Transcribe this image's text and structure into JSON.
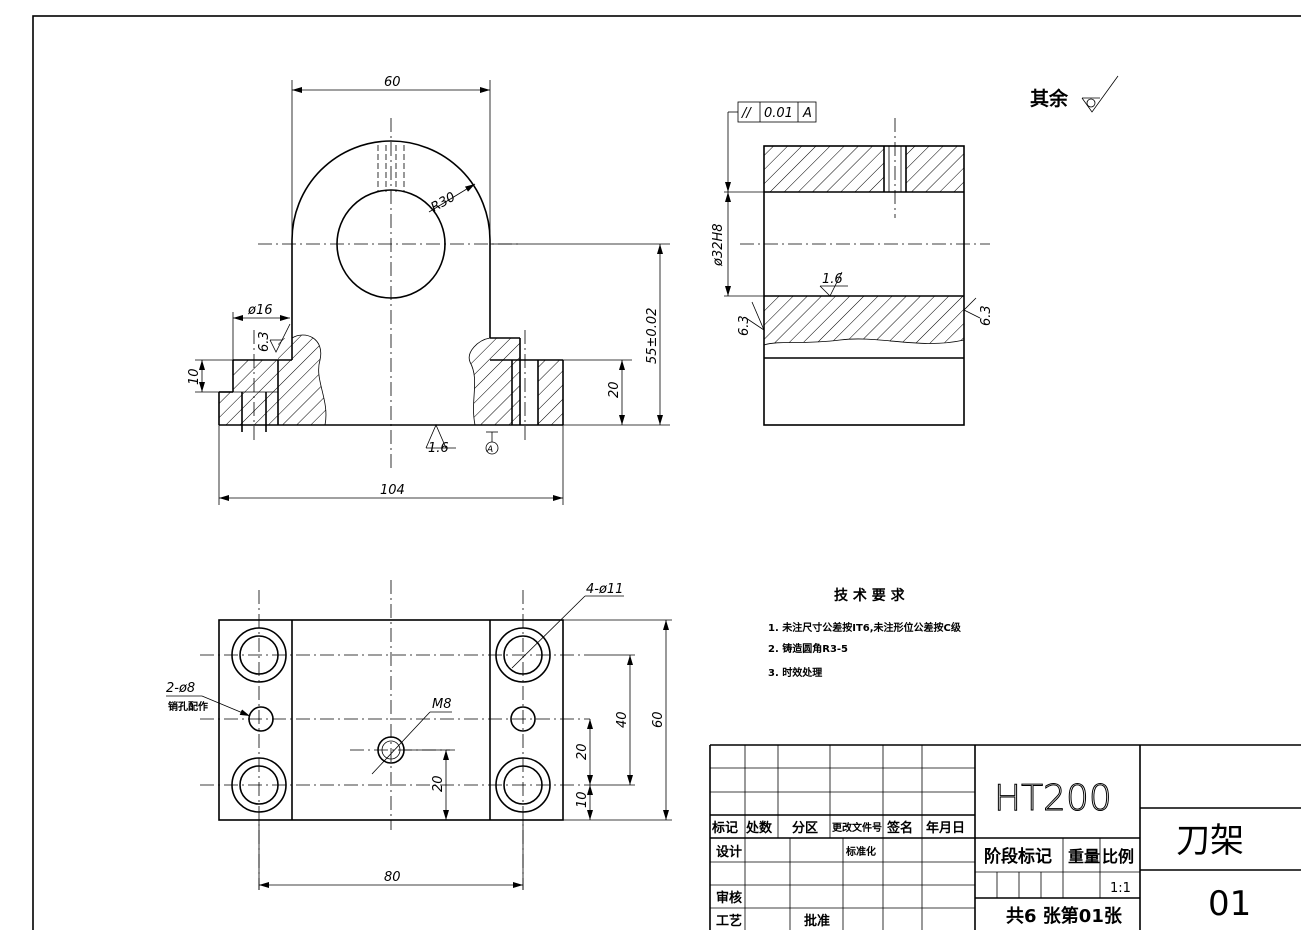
{
  "dimensions": {
    "top_width": "60",
    "radius": "R30",
    "counterbore_dia": "ø16",
    "flange_height": "10",
    "base_width": "104",
    "flange_depth": "20",
    "center_height": "55±0.02",
    "bore_dia": "ø32H8",
    "hole_callout": "4-ø11",
    "pin_callout": "2-ø8",
    "pin_note": "销孔配作",
    "thread": "M8",
    "plan_width": "60",
    "plan_40": "40",
    "plan_20a": "20",
    "plan_10": "10",
    "plan_20b": "20",
    "plan_80": "80"
  },
  "surface": {
    "ra_16_base": "1.6",
    "ra_16_bore": "1.6",
    "ra_63_left": "6.3",
    "ra_63_right": "6.3",
    "ra_63_cb": "6.3",
    "datum": "A",
    "others": "其余"
  },
  "tolerance": {
    "symbol": "//",
    "value": "0.01",
    "datum": "A"
  },
  "tech_req": {
    "title": "技 术 要 求",
    "items": [
      "1. 未注尺寸公差按IT6,未注形位公差按C级",
      "2. 铸造圆角R3-5",
      "3. 时效处理"
    ]
  },
  "title_block": {
    "material": "HT200",
    "part_name": "刀架",
    "drawing_no": "01",
    "h_mark": "标记",
    "h_count": "处数",
    "h_zone": "分区",
    "h_doc": "更改文件号",
    "h_sign": "签名",
    "h_date": "年月日",
    "design": "设计",
    "standard": "标准化",
    "review": "审核",
    "process": "工艺",
    "approve": "批准",
    "stage": "阶段标记",
    "weight": "重量",
    "ratio_label": "比例",
    "ratio": "1:1",
    "sheets": "共6 张第01张"
  }
}
